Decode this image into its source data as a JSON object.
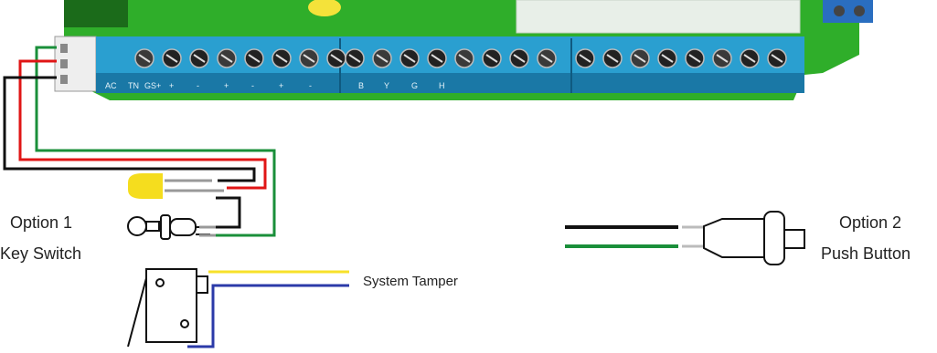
{
  "labels": {
    "option1_title": "Option 1",
    "option1_name": "Key Switch",
    "option2_title": "Option 2",
    "option2_name": "Push Button",
    "tamper": "System Tamper"
  },
  "terminal_labels": [
    "AC",
    "TN",
    "GS+",
    "+",
    "-",
    "+",
    "-",
    "+",
    "-",
    "B",
    "Y",
    "G",
    "H"
  ],
  "colors": {
    "board": "#2fae2a",
    "board_dark": "#1e8a1c",
    "terminal_block": "#2a9fd0",
    "terminal_block_dark": "#1a78a6",
    "wire_green": "#1a8f3a",
    "wire_red": "#e01515",
    "wire_black": "#111111",
    "wire_yellow": "#f7e12a",
    "wire_blue": "#2b3aa8",
    "led_yellow": "#f5dd1e"
  },
  "icons": [
    "terminal-screw-icon",
    "led-icon",
    "key-switch-icon",
    "push-button-icon",
    "tamper-microswitch-icon"
  ]
}
